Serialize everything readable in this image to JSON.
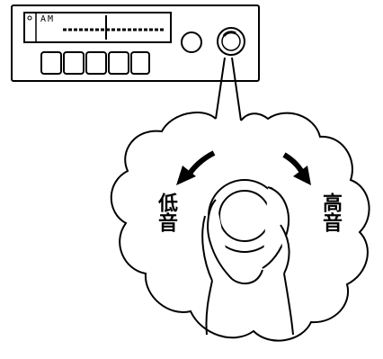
{
  "radio": {
    "band_label": "AM",
    "preset_button_count": 5
  },
  "labels": {
    "low": "低音",
    "high": "高音"
  },
  "colors": {
    "ink": "#000000",
    "paper": "#ffffff"
  },
  "icons": {
    "left_arrow": "curved-arrow-left-icon",
    "right_arrow": "curved-arrow-right-icon",
    "hand": "hand-turning-knob-icon"
  }
}
